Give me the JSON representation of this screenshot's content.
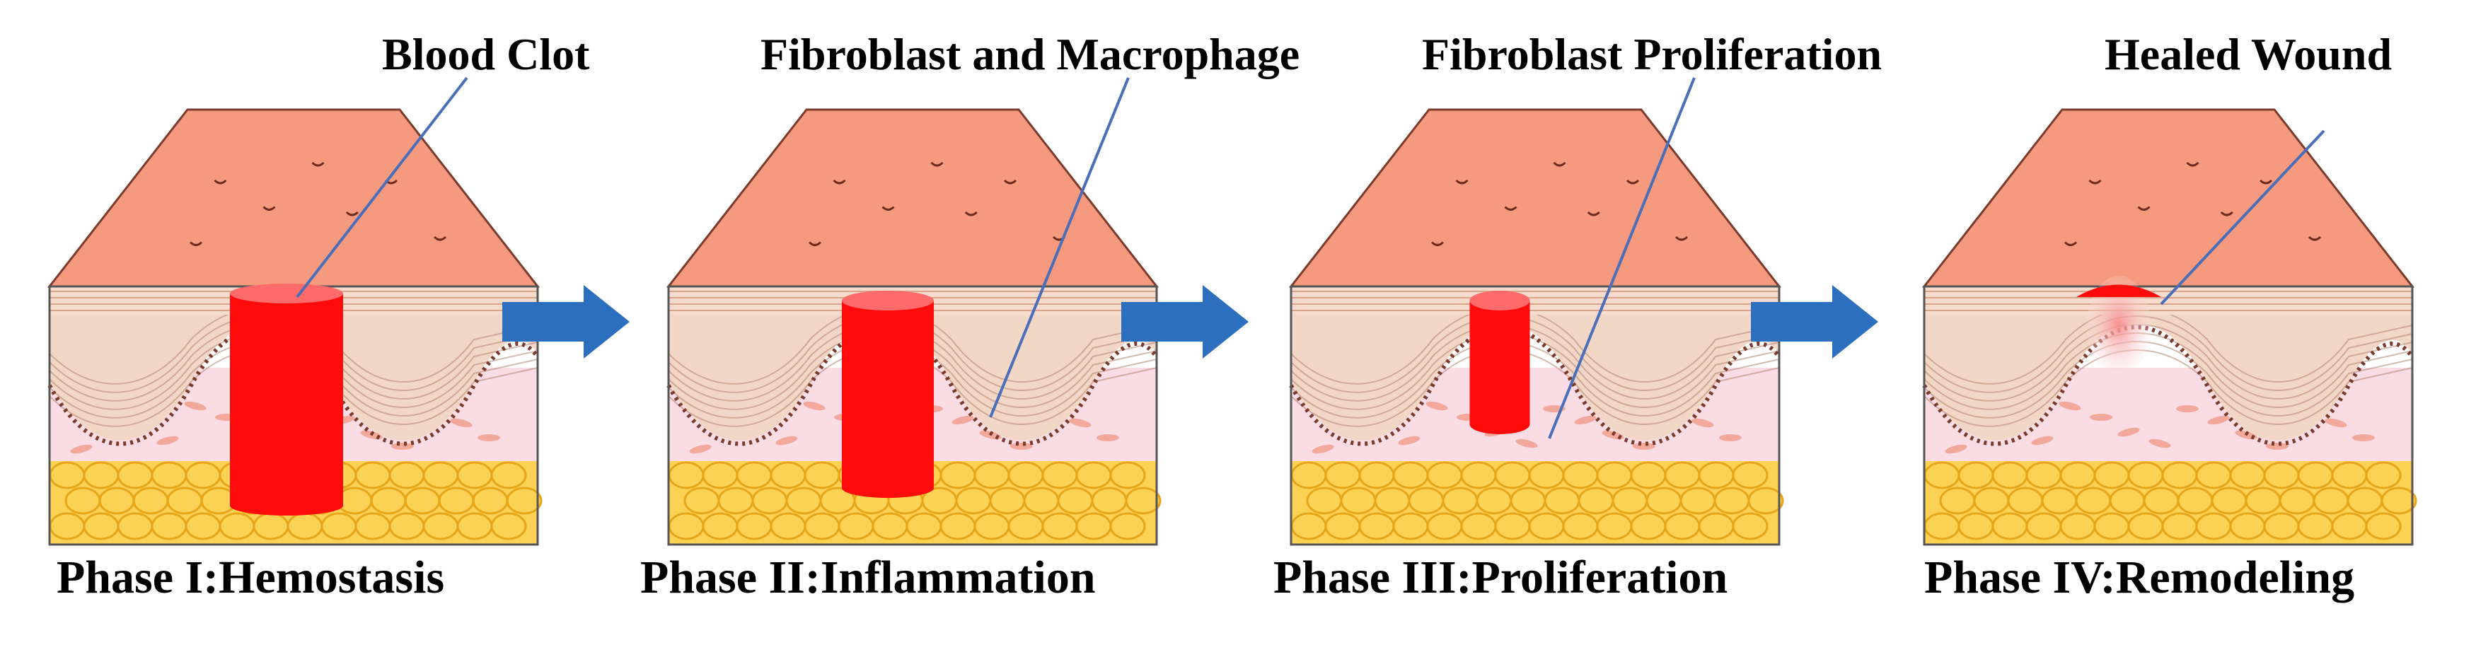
{
  "colors": {
    "skin_top": "#f59a7e",
    "skin_edge": "#7a3a2c",
    "epidermis": "#f3d7c6",
    "dermis": "#f9dce4",
    "dermis_fiber": "#b08470",
    "papillary": "#d9a8b4",
    "fat": "#fbd253",
    "fat_line": "#e7a61a",
    "clot": "#ff0b0b",
    "clot_top": "#ff6a6a",
    "arrow": "#2b6fbe",
    "pointer": "#4a6fb8",
    "healed": "#f7a9a9"
  },
  "top_labels": {
    "blood_clot": "Blood Clot",
    "fibroblast_macrophage": "Fibroblast and Macrophage",
    "fibroblast_proliferation": "Fibroblast Proliferation",
    "healed_wound": "Healed Wound"
  },
  "phases": [
    {
      "label": "Phase I:Hemostasis"
    },
    {
      "label": "Phase II:Inflammation"
    },
    {
      "label": "Phase III:Proliferation"
    },
    {
      "label": "Phase IV:Remodeling"
    }
  ],
  "icons": {
    "transition": "arrow-right-icon",
    "pointer": "pointer-line-icon"
  }
}
